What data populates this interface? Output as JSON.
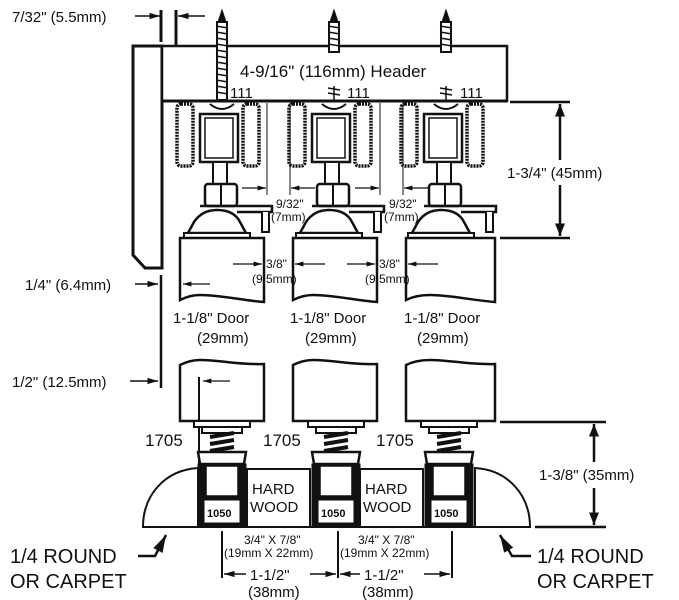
{
  "title": "Bypass door hardware installation dimensions",
  "header": {
    "label": "4-9/16\" (116mm) Header"
  },
  "hangers": [
    {
      "part": "111"
    },
    {
      "part": "111"
    },
    {
      "part": "111"
    }
  ],
  "guides": [
    {
      "spring_part": "1705",
      "base_part": "1050"
    },
    {
      "spring_part": "1705",
      "base_part": "1050"
    },
    {
      "spring_part": "1705",
      "base_part": "1050"
    }
  ],
  "doors": [
    {
      "line1": "1-1/8\" Door",
      "line2": "(29mm)"
    },
    {
      "line1": "1-1/8\" Door",
      "line2": "(29mm)"
    },
    {
      "line1": "1-1/8\" Door",
      "line2": "(29mm)"
    }
  ],
  "dimensions": {
    "jamb_offset": "7/32\" (5.5mm)",
    "header_height": "1-3/4\" (45mm)",
    "hanger_gap": {
      "line1": "9/32\"",
      "line2": "(7mm)"
    },
    "door_gap": {
      "line1": "3/8\"",
      "line2": "(9.5mm)"
    },
    "door_setback_top": "1/4\" (6.4mm)",
    "door_setback_bottom": "1/2\" (12.5mm)",
    "guide_height": "1-3/8\" (35mm)",
    "spacer": {
      "line1": "3/4\" X 7/8\"",
      "line2": "(19mm X 22mm)"
    },
    "guide_spacing": {
      "line1": "1-1/2\"",
      "line2": "(38mm)"
    }
  },
  "spacers": [
    {
      "line1": "HARD",
      "line2": "WOOD"
    },
    {
      "line1": "HARD",
      "line2": "WOOD"
    }
  ],
  "floor_labels": {
    "left": {
      "line1": "1/4 ROUND",
      "line2": "OR CARPET"
    },
    "right": {
      "line1": "1/4 ROUND",
      "line2": "OR CARPET"
    }
  }
}
